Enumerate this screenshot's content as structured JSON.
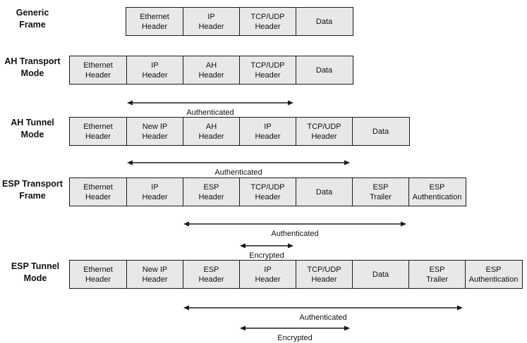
{
  "rows": [
    {
      "id": "generic-frame",
      "label": [
        "Generic",
        "Frame"
      ],
      "cells": [
        [
          "Ethernet",
          "Header"
        ],
        [
          "IP",
          "Header"
        ],
        [
          "TCP/UDP",
          "Header"
        ],
        [
          "Data"
        ]
      ],
      "spans": []
    },
    {
      "id": "ah-transport-mode",
      "label": [
        "AH Transport",
        "Mode"
      ],
      "cells": [
        [
          "Ethernet",
          "Header"
        ],
        [
          "IP",
          "Header"
        ],
        [
          "AH",
          "Header"
        ],
        [
          "TCP/UDP",
          "Header"
        ],
        [
          "Data"
        ]
      ],
      "spans": [
        {
          "label": "Authenticated",
          "from_field": 1,
          "to_field": 4
        }
      ]
    },
    {
      "id": "ah-tunnel-mode",
      "label": [
        "AH Tunnel",
        "Mode"
      ],
      "cells": [
        [
          "Ethernet",
          "Header"
        ],
        [
          "New IP",
          "Header"
        ],
        [
          "AH",
          "Header"
        ],
        [
          "IP",
          "Header"
        ],
        [
          "TCP/UDP",
          "Header"
        ],
        [
          "Data"
        ]
      ],
      "spans": [
        {
          "label": "Authenticated",
          "from_field": 1,
          "to_field": 5
        }
      ]
    },
    {
      "id": "esp-transport-frame",
      "label": [
        "ESP Transport",
        "Frame"
      ],
      "cells": [
        [
          "Ethernet",
          "Header"
        ],
        [
          "IP",
          "Header"
        ],
        [
          "ESP",
          "Header"
        ],
        [
          "TCP/UDP",
          "Header"
        ],
        [
          "Data"
        ],
        [
          "ESP",
          "Trailer"
        ],
        [
          "ESP",
          "Authentication"
        ]
      ],
      "spans": [
        {
          "label": "Authenticated",
          "from_field": 2,
          "to_field": 6
        },
        {
          "label": "Encrypted",
          "from_field": 3,
          "to_field": 4
        }
      ]
    },
    {
      "id": "esp-tunnel-mode",
      "label": [
        "ESP Tunnel",
        "Mode"
      ],
      "cells": [
        [
          "Ethernet",
          "Header"
        ],
        [
          "New IP",
          "Header"
        ],
        [
          "ESP",
          "Header"
        ],
        [
          "IP",
          "Header"
        ],
        [
          "TCP/UDP",
          "Header"
        ],
        [
          "Data"
        ],
        [
          "ESP",
          "Trailer"
        ],
        [
          "ESP",
          "Authentication"
        ]
      ],
      "spans": [
        {
          "label": "Authenticated",
          "from_field": 2,
          "to_field": 7
        },
        {
          "label": "Encrypted",
          "from_field": 3,
          "to_field": 5
        }
      ]
    }
  ],
  "colors": {
    "cell_fill": "#e8e8e8",
    "border": "#1a1a1a",
    "text": "#111111"
  }
}
